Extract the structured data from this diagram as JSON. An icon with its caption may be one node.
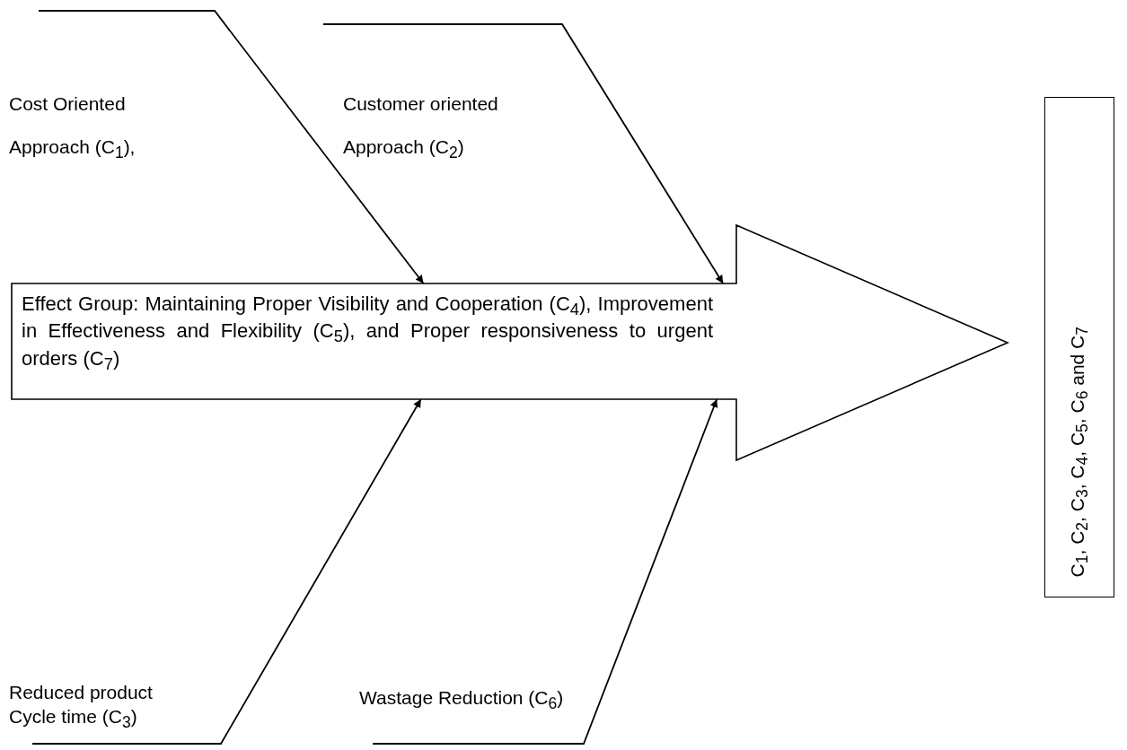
{
  "diagram": {
    "nodes": [
      {
        "text": [
          "Effect Group: Maintaining Proper Visibility and Cooperation (C$_{4}$), Improvement in Effectiveness and Flexibility (C$_{5}$), and Proper responsiveness to urgent orders (C$_{7}$)"
        ]
      },
      {
        "text": [
          "Cost Oriented Approach (C$_{1}$),"
        ]
      },
      {
        "text": [
          "Customer oriented Approach (C$_{2}$)"
        ]
      },
      {
        "text": [
          "Reduced product Cycle time (C$_{3}$)"
        ]
      },
      {
        "text": [
          "Wastage Reduction (C$_{6}$)"
        ]
      },
      {
        "text": [
          "C$_{1}$, C$_{2}$, C$_{3}$, C$_{4}$, C$_{5}$, C$_{6}$ and C$_{7}$"
        ]
      }
    ],
    "edges": [
      {
        "from": 1,
        "to": 0,
        "arrow": "to"
      },
      {
        "from": 2,
        "to": 0,
        "arrow": "to"
      },
      {
        "from": 3,
        "to": 0,
        "arrow": "to"
      },
      {
        "from": 4,
        "to": 0,
        "arrow": "to"
      }
    ]
  }
}
